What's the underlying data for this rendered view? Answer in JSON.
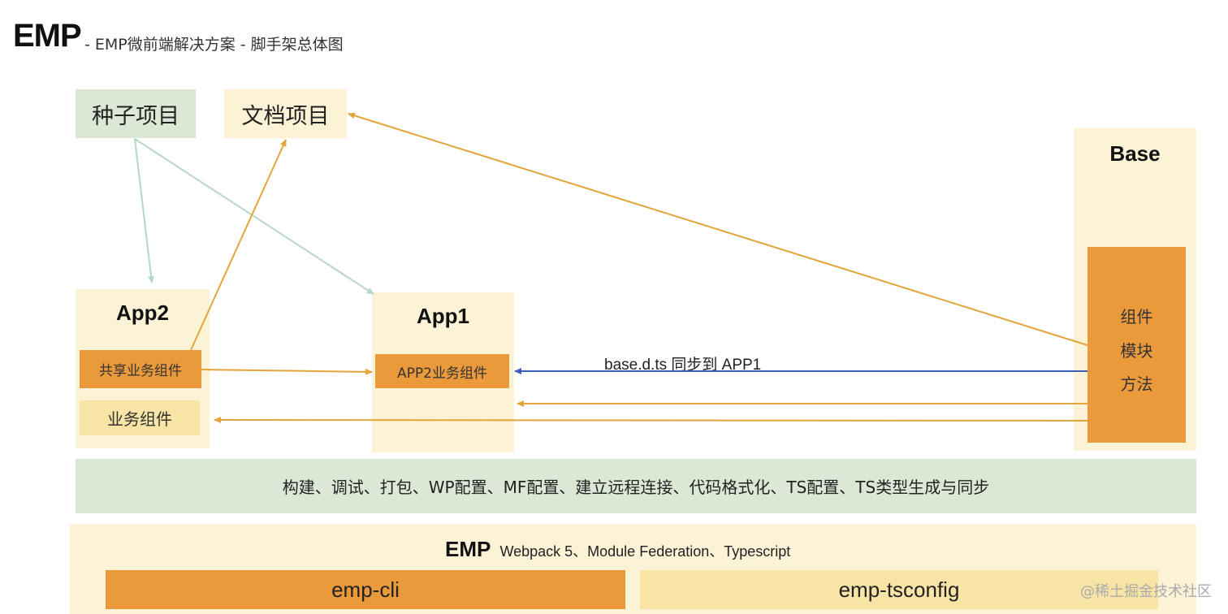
{
  "title": {
    "main": "EMP",
    "subtitle": "- EMP微前端解决方案 - 脚手架总体图"
  },
  "nodes": {
    "seed_project": "种子项目",
    "docs_project": "文档项目",
    "base": {
      "title": "Base",
      "items": [
        "组件",
        "模块",
        "方法"
      ]
    },
    "app2": {
      "title": "App2",
      "shared_components": "共享业务组件",
      "business_components": "业务组件"
    },
    "app1": {
      "title": "App1",
      "app2_components": "APP2业务组件"
    }
  },
  "edge_labels": {
    "sync": "base.d.ts 同步到 APP1"
  },
  "features_band": "构建、调试、打包、WP配置、MF配置、建立远程连接、代码格式化、TS配置、TS类型生成与同步",
  "foundation": {
    "label": "EMP",
    "tech": "Webpack 5、Module Federation、Typescript",
    "packages": [
      "emp-cli",
      "emp-tsconfig"
    ]
  },
  "watermark": "@稀土掘金技术社区",
  "colors": {
    "orange": "#eb9a3b",
    "light_yellow": "#fcf2d6",
    "mid_yellow": "#f8e5a6",
    "green": "#dce8d6",
    "arrow_orange": "#e3a43a",
    "arrow_green": "#b8d6c4",
    "arrow_blue": "#3b5fb4"
  }
}
